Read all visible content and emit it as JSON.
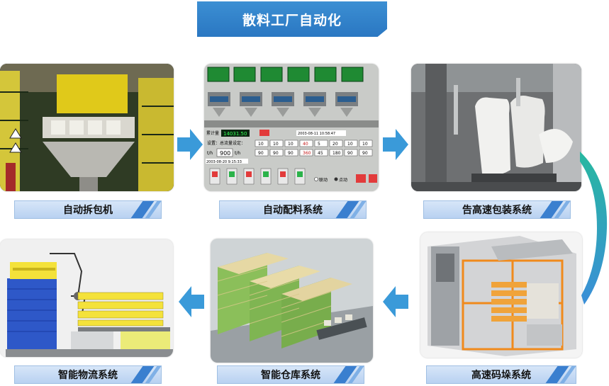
{
  "title": "散料工厂自动化",
  "steps": [
    {
      "label": "自动拆包机"
    },
    {
      "label": "自动配料系统"
    },
    {
      "label": "告高速包装系统"
    },
    {
      "label": "高速码垛系统"
    },
    {
      "label": "智能仓库系统"
    },
    {
      "label": "智能物流系统"
    }
  ],
  "screen": {
    "meter_label": "累计量",
    "meter_value": "14031.50",
    "total_label": "设置：总流量设定：",
    "unit_prefix": "t/h",
    "setpoint": "900",
    "unit_suffix": "t/h",
    "date1": "2003-08-11  10:58:47",
    "date2": "2003-08-20  9:15:33",
    "radio1": "联动",
    "radio2": "点动",
    "row1": [
      "10",
      "10",
      "10",
      "40",
      "5",
      "20",
      "10",
      "10"
    ],
    "row2": [
      "90",
      "90",
      "90",
      "360",
      "45",
      "180",
      "90",
      "90"
    ]
  },
  "colors": {
    "accent": "#2a77c2",
    "arrow": "#3a9ad9",
    "label_bg": "#c6dbf4",
    "curve_top": "#27b8a0"
  }
}
